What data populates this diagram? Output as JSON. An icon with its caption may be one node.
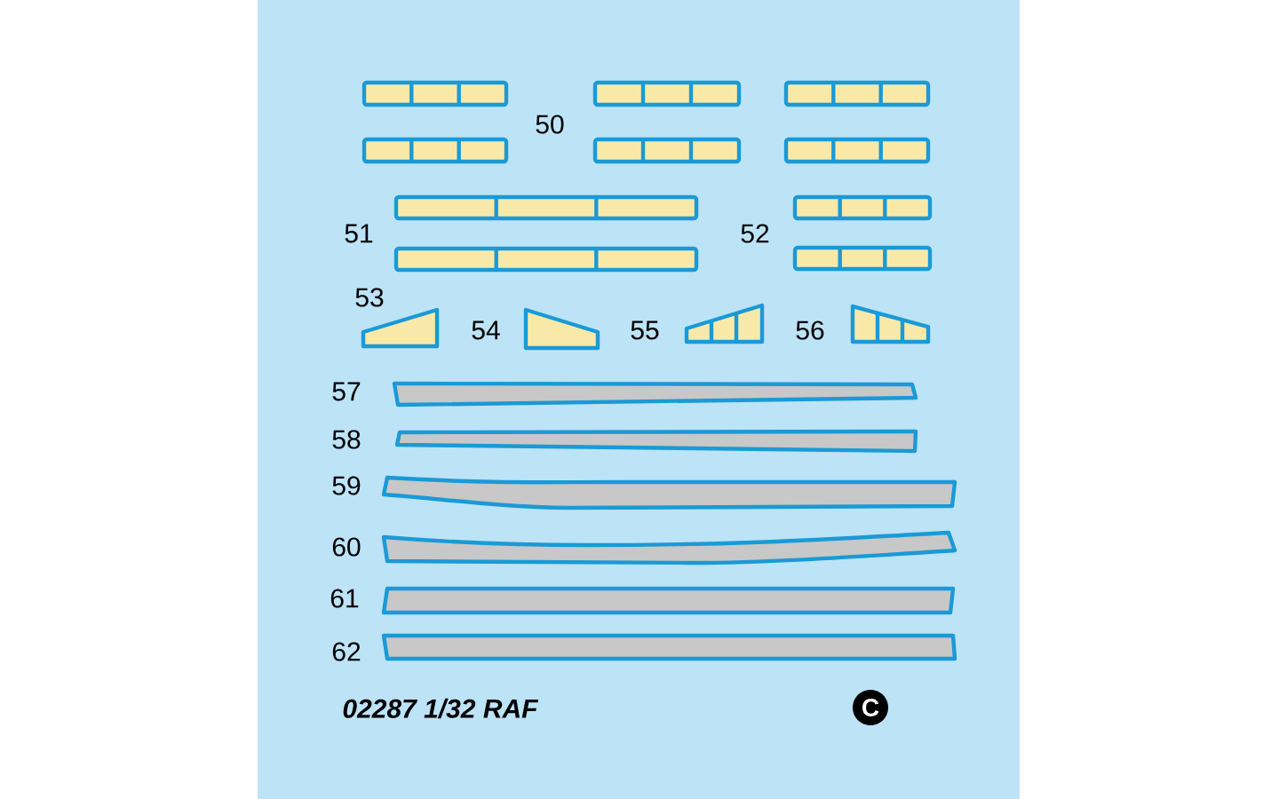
{
  "diagram": {
    "labels": [
      "50",
      "51",
      "52",
      "53",
      "54",
      "55",
      "56",
      "57",
      "58",
      "59",
      "60",
      "61",
      "62",
      "02287 1/32 RAF",
      "C"
    ]
  }
}
